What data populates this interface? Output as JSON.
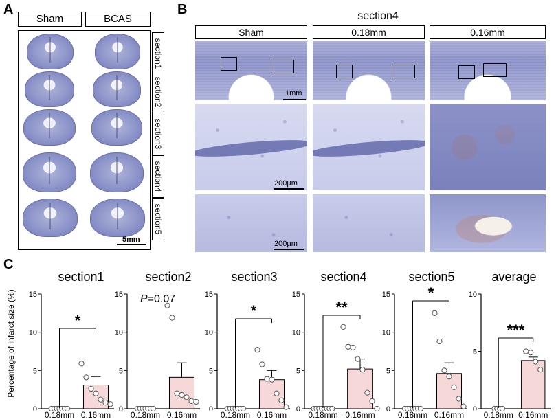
{
  "panel_letters": {
    "a": "A",
    "b": "B",
    "c": "C"
  },
  "panelA": {
    "headers": [
      "Sham",
      "BCAS"
    ],
    "sections": [
      "section1",
      "section2",
      "section3",
      "section4",
      "section5"
    ],
    "scalebar": "5mm"
  },
  "panelB": {
    "title": "section4",
    "columns": [
      "Sham",
      "0.18mm",
      "0.16mm"
    ],
    "scalebars": [
      "1mm",
      "200μm",
      "200μm"
    ]
  },
  "panelC": {
    "ylabel": "Percentage of infarct size (%)",
    "p_annotation_prefix": "P",
    "p_annotation_value": "=0.07"
  },
  "chart_data": [
    {
      "type": "bar",
      "title": "section1",
      "categories": [
        "0.18mm",
        "0.16mm"
      ],
      "values": [
        0,
        3.1
      ],
      "errors": [
        0,
        1.1
      ],
      "points": [
        [
          0,
          0,
          0,
          0,
          0,
          0,
          0
        ],
        [
          5.9,
          4.1,
          2.6,
          2.0,
          1.2,
          0.8,
          0.6
        ]
      ],
      "ylim": [
        0,
        15
      ],
      "yticks": [
        0,
        5,
        10,
        15
      ],
      "annotation": "*",
      "bar_colors": [
        "#ffffff",
        "#f7d8d8"
      ]
    },
    {
      "type": "bar",
      "title": "section2",
      "categories": [
        "0.18mm",
        "0.16mm"
      ],
      "values": [
        0,
        4.1
      ],
      "errors": [
        0,
        1.9
      ],
      "points": [
        [
          0,
          0,
          0,
          0,
          0,
          0,
          0
        ],
        [
          13.5,
          11.9,
          2.0,
          1.8,
          1.5,
          1.0,
          0.9
        ]
      ],
      "ylim": [
        0,
        15
      ],
      "yticks": [
        0,
        5,
        10,
        15
      ],
      "annotation": "",
      "bar_colors": [
        "#ffffff",
        "#f7d8d8"
      ]
    },
    {
      "type": "bar",
      "title": "section3",
      "categories": [
        "0.18mm",
        "0.16mm"
      ],
      "values": [
        0,
        3.8
      ],
      "errors": [
        0,
        1.2
      ],
      "points": [
        [
          0,
          0,
          0,
          0,
          0,
          0,
          0
        ],
        [
          7.7,
          5.8,
          3.9,
          3.8,
          2.0,
          1.1,
          0.2
        ]
      ],
      "ylim": [
        0,
        15
      ],
      "yticks": [
        0,
        5,
        10,
        15
      ],
      "annotation": "*",
      "bar_colors": [
        "#ffffff",
        "#f7d8d8"
      ]
    },
    {
      "type": "bar",
      "title": "section4",
      "categories": [
        "0.18mm",
        "0.16mm"
      ],
      "values": [
        0,
        5.2
      ],
      "errors": [
        0,
        1.3
      ],
      "points": [
        [
          0,
          0,
          0,
          0,
          0,
          0,
          0,
          0
        ],
        [
          10.7,
          8.1,
          8.0,
          6.5,
          5.1,
          2.1,
          1.0,
          0.0
        ]
      ],
      "ylim": [
        0,
        15
      ],
      "yticks": [
        0,
        5,
        10,
        15
      ],
      "annotation": "**",
      "bar_colors": [
        "#ffffff",
        "#f7d8d8"
      ]
    },
    {
      "type": "bar",
      "title": "section5",
      "categories": [
        "0.18mm",
        "0.16mm"
      ],
      "values": [
        0,
        4.6
      ],
      "errors": [
        0,
        1.4
      ],
      "points": [
        [
          0,
          0,
          0,
          0,
          0,
          0,
          0
        ],
        [
          12.5,
          8.8,
          5.0,
          4.2,
          2.8,
          1.3,
          0.3
        ]
      ],
      "ylim": [
        0,
        15
      ],
      "yticks": [
        0,
        5,
        10,
        15
      ],
      "annotation": "*",
      "bar_colors": [
        "#ffffff",
        "#f7d8d8"
      ]
    },
    {
      "type": "bar",
      "title": "average",
      "categories": [
        "0.18mm",
        "0.16mm"
      ],
      "values": [
        0,
        4.2
      ],
      "errors": [
        0,
        0.3
      ],
      "points": [
        [
          0,
          0,
          0,
          0
        ],
        [
          5.0,
          4.9,
          4.1,
          3.4
        ]
      ],
      "ylim": [
        0,
        10
      ],
      "yticks": [
        0,
        5,
        10
      ],
      "annotation": "***",
      "bar_colors": [
        "#ffffff",
        "#f7d8d8"
      ]
    }
  ]
}
